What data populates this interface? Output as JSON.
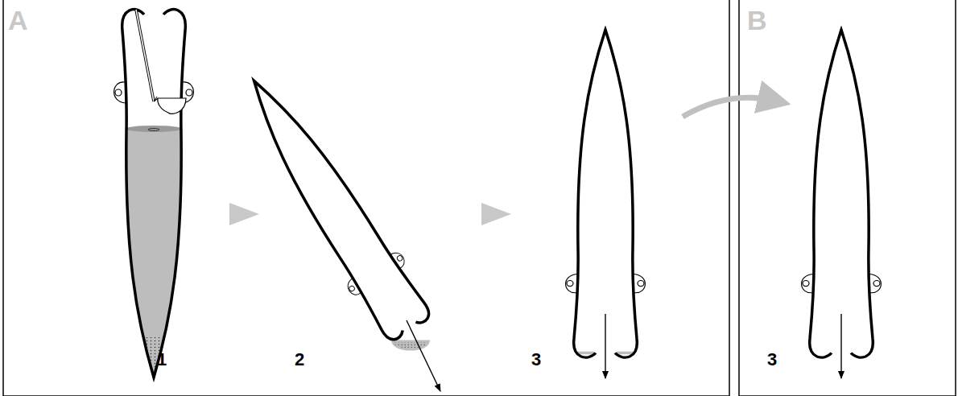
{
  "diagram": {
    "labels": [
      "A",
      "1",
      "2",
      "3",
      "B",
      "3"
    ]
  }
}
